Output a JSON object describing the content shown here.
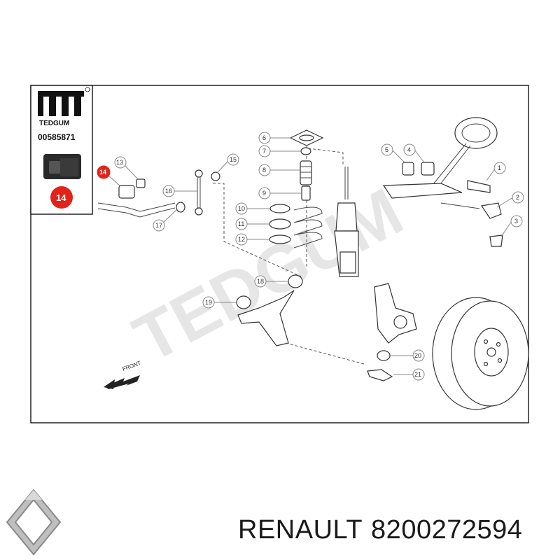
{
  "brand": "TEDGUM",
  "part_number": "00585871",
  "highlight_callout": "14",
  "front_label": "FRONT",
  "watermark": "TEDGUM",
  "footer": {
    "maker": "RENAULT",
    "oem_number": "8200272594"
  },
  "callouts": [
    "1",
    "2",
    "3",
    "4",
    "5",
    "6",
    "7",
    "8",
    "9",
    "10",
    "11",
    "12",
    "13",
    "14",
    "15",
    "16",
    "17",
    "18",
    "19",
    "20",
    "21"
  ],
  "colors": {
    "highlight": "#e2231a",
    "frame": "#222222",
    "watermark": "#e6e6e6"
  },
  "icons": [
    "tedgum-logo",
    "renault-logo",
    "front-arrow-icon"
  ]
}
